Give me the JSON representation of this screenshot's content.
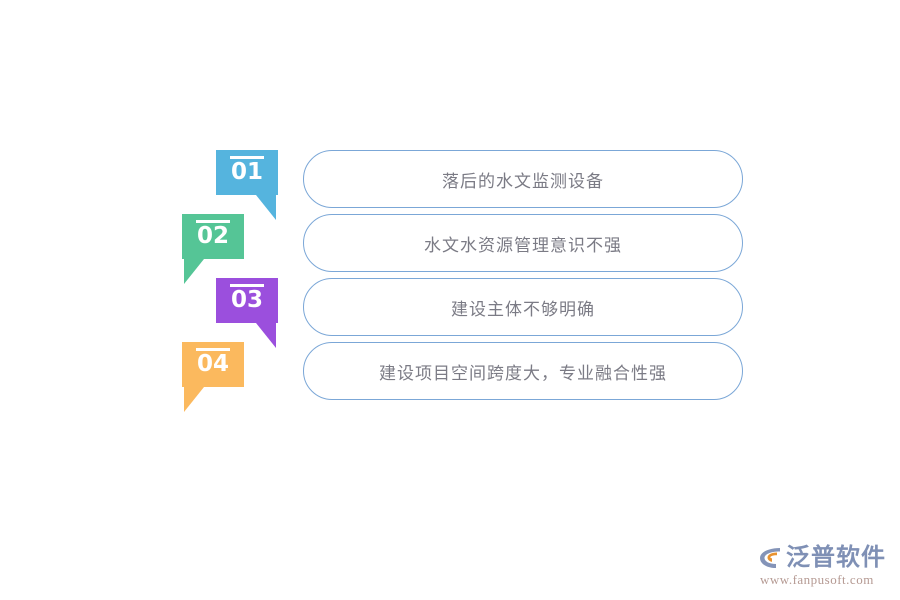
{
  "items": [
    {
      "number": "01",
      "text": "落后的水文监测设备",
      "color": "#55b4de",
      "tail": "right"
    },
    {
      "number": "02",
      "text": "水文水资源管理意识不强",
      "color": "#55c596",
      "tail": "left"
    },
    {
      "number": "03",
      "text": "建设主体不够明确",
      "color": "#9b4fdd",
      "tail": "right"
    },
    {
      "number": "04",
      "text": "建设项目空间跨度大，专业融合性强",
      "color": "#fbb95e",
      "tail": "left"
    }
  ],
  "style": {
    "box_border_color": "#7ba7d7",
    "box_text_color": "#7b7b85",
    "background": "#ffffff"
  },
  "watermark": {
    "brand": "泛普软件",
    "url": "www.fanpusoft.com",
    "icon": "fanpu-logo-icon",
    "brand_color": "#7f90b5",
    "url_color": "#b59a93",
    "icon_accent_color": "#e8922f"
  }
}
